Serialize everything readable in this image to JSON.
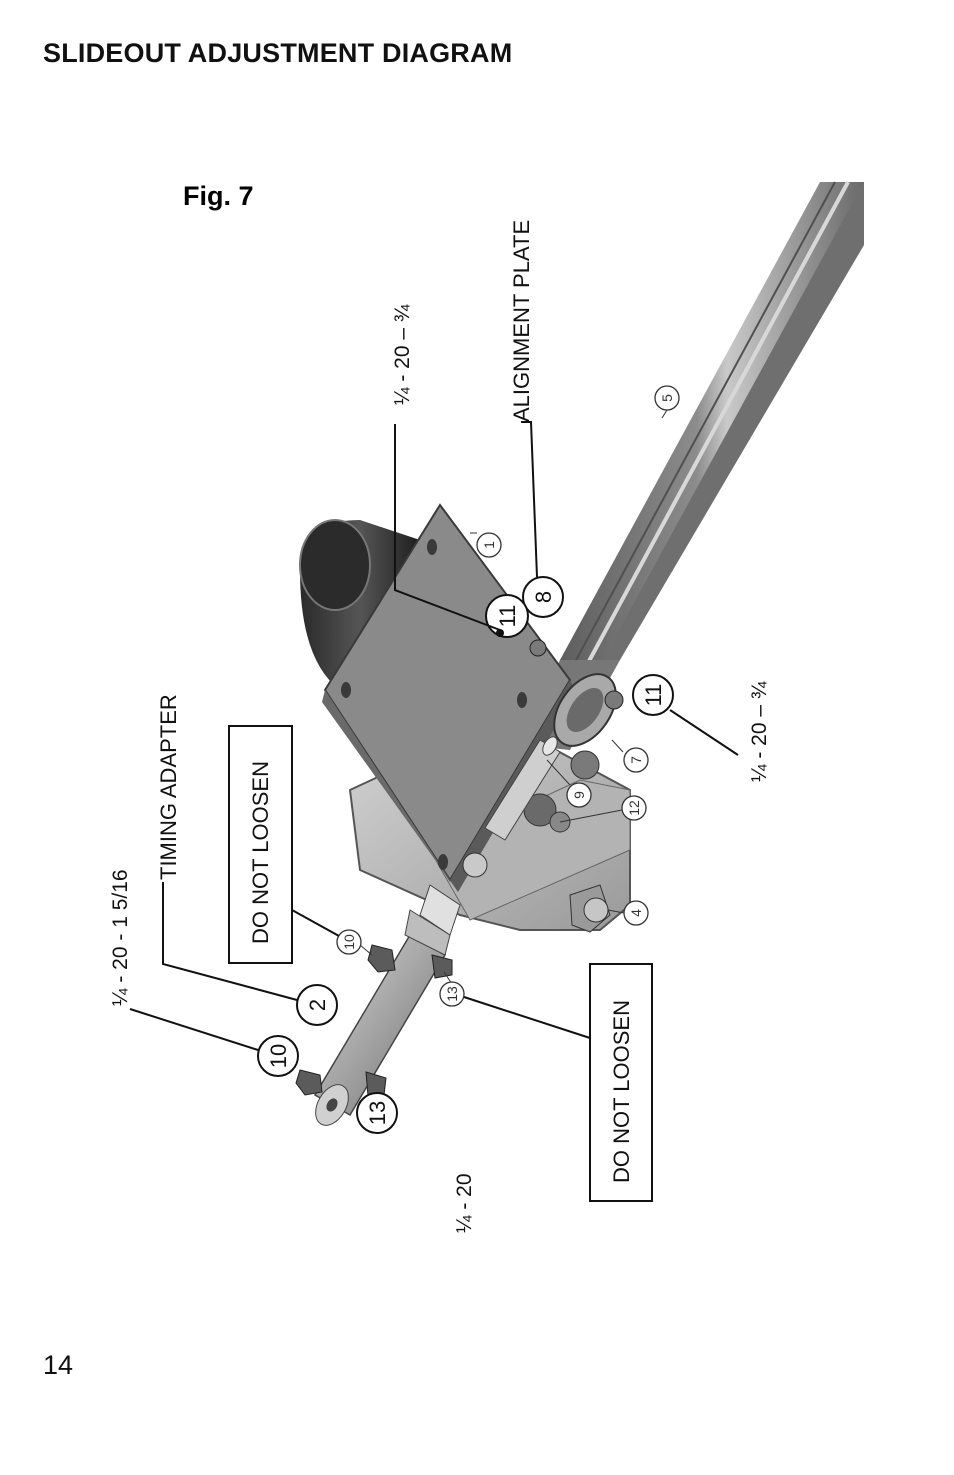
{
  "page": {
    "title": "SLIDEOUT ADJUSTMENT DIAGRAM",
    "page_number": "14"
  },
  "figure": {
    "label": "Fig. 7",
    "callouts": {
      "alignment_plate": "ALIGNMENT PLATE",
      "timing_adapter": "TIMING ADAPTER",
      "do_not_loosen_1": "DO NOT LOOSEN",
      "do_not_loosen_2": "DO NOT LOOSEN",
      "bolt_spec_top": "¼ - 20 – ¾",
      "bolt_spec_right": "¼ - 20 – ¾",
      "bolt_spec_long": "¼ - 20 - 1 5/16",
      "bolt_spec_short": "¼ - 20"
    },
    "part_numbers": [
      "1",
      "2",
      "4",
      "5",
      "7",
      "8",
      "9",
      "10",
      "10",
      "11",
      "11",
      "12",
      "13",
      "13"
    ]
  },
  "colors": {
    "plate": "#8a8a8a",
    "plate_edge": "#5a5a5a",
    "tube": "#7b7b7b",
    "motor": "#3a3a3a",
    "housing": "#bdbdbd",
    "ink": "#111111"
  }
}
